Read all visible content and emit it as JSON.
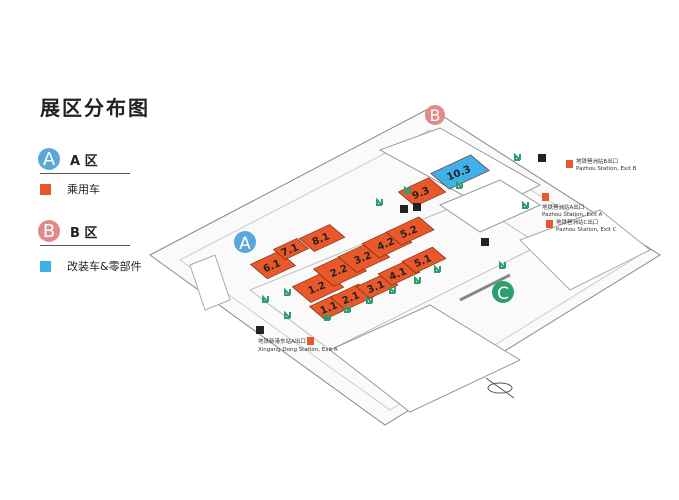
{
  "title": "展区分布图",
  "legend": {
    "zone_a": {
      "badge": "A",
      "label": "A 区",
      "color": "#5aa8d8"
    },
    "zone_a_item": {
      "label": "乘用车",
      "color": "#e8582a"
    },
    "zone_b": {
      "badge": "B",
      "label": "B 区",
      "color": "#e08a8a"
    },
    "zone_b_item": {
      "label": "改装车&零部件",
      "color": "#3fb0e8"
    }
  },
  "map": {
    "zone_markers": {
      "a": "A",
      "b": "B",
      "c": "C"
    },
    "zone_c_color": "#2e9e6e",
    "halls_passenger": [
      "6.1",
      "7.1",
      "8.1",
      "1.2",
      "2.2",
      "3.2",
      "4.2",
      "5.2",
      "1.1",
      "2.1",
      "3.1",
      "4.1",
      "5.1",
      "9.3"
    ],
    "halls_parts": [
      "10.3"
    ],
    "stations": [
      {
        "cn": "地铁琶洲站B出口",
        "en": "Pazhou Station, Exit B"
      },
      {
        "cn": "地铁琶洲站A出口",
        "en": "Pazhou Station, Exit A"
      },
      {
        "cn": "地铁琶洲站C出口",
        "en": "Pazhou Station, Exit C"
      },
      {
        "cn": "地铁新港东站A出口",
        "en": "Xingang Dong Station, Exit A"
      }
    ],
    "station_icon": "metro-y-icon",
    "entrance_icon": "entrance-arrow-icon",
    "compass_icon": "north-compass-icon"
  }
}
